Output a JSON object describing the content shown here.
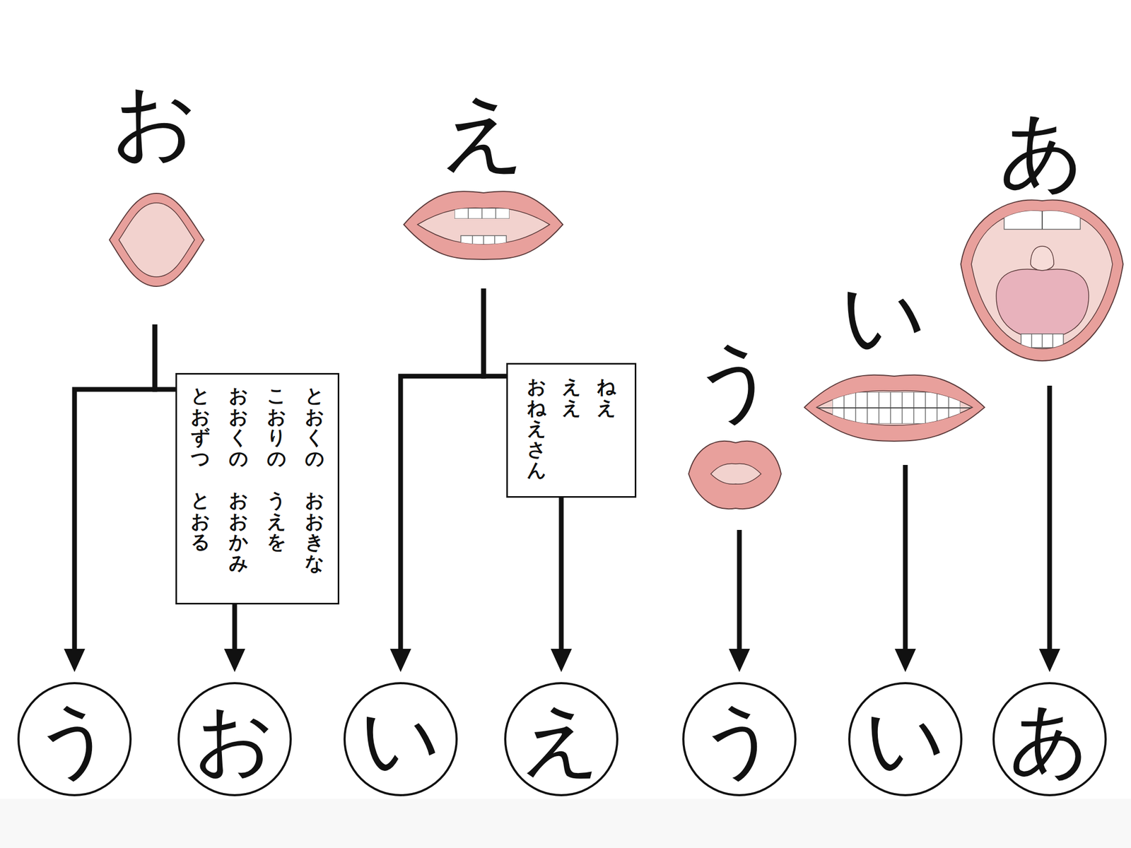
{
  "diagram": {
    "nodes": [
      {
        "text": [
          "お"
        ]
      },
      {
        "text": [
          "とおくの　おおきな",
          "こおりの　うえを",
          "おおくの　おおかみ",
          "とおずつ　とおる"
        ]
      },
      {
        "text": [
          "え"
        ]
      },
      {
        "text": [
          "ねえ",
          "ええ",
          "おねえさん"
        ]
      },
      {
        "text": [
          "う"
        ]
      },
      {
        "text": [
          "い"
        ]
      },
      {
        "text": [
          "あ"
        ]
      },
      {
        "text": [
          "う"
        ]
      },
      {
        "text": [
          "お"
        ]
      },
      {
        "text": [
          "い"
        ]
      },
      {
        "text": [
          "え"
        ]
      },
      {
        "text": [
          "う"
        ]
      },
      {
        "text": [
          "い"
        ]
      },
      {
        "text": [
          "あ"
        ]
      }
    ],
    "edges": [
      {
        "from": 0,
        "to": 7,
        "arrow": "to"
      },
      {
        "from": 0,
        "to": 1,
        "arrow": "none"
      },
      {
        "from": 1,
        "to": 8,
        "arrow": "to"
      },
      {
        "from": 2,
        "to": 9,
        "arrow": "to"
      },
      {
        "from": 2,
        "to": 3,
        "arrow": "none"
      },
      {
        "from": 3,
        "to": 10,
        "arrow": "to"
      },
      {
        "from": 4,
        "to": 11,
        "arrow": "to"
      },
      {
        "from": 5,
        "to": 12,
        "arrow": "to"
      },
      {
        "from": 6,
        "to": 13,
        "arrow": "to"
      }
    ]
  }
}
